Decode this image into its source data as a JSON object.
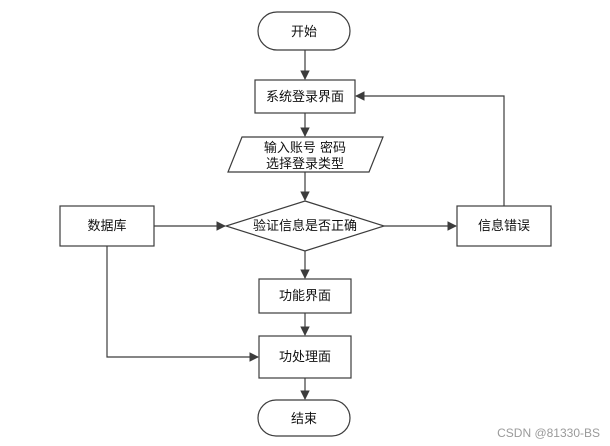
{
  "flowchart": {
    "start": "开始",
    "login_screen": "系统登录界面",
    "input_line1": "输入账号 密码",
    "input_line2": "选择登录类型",
    "database": "数据库",
    "verify": "验证信息是否正确",
    "error": "信息错误",
    "function_screen": "功能界面",
    "processing": "功处理面",
    "end": "结束"
  },
  "watermark": "CSDN @81330-BS",
  "colors": {
    "stroke": "#3c3c3c",
    "background": "#ffffff",
    "text": "#111111",
    "watermark": "#9a9a9a"
  }
}
